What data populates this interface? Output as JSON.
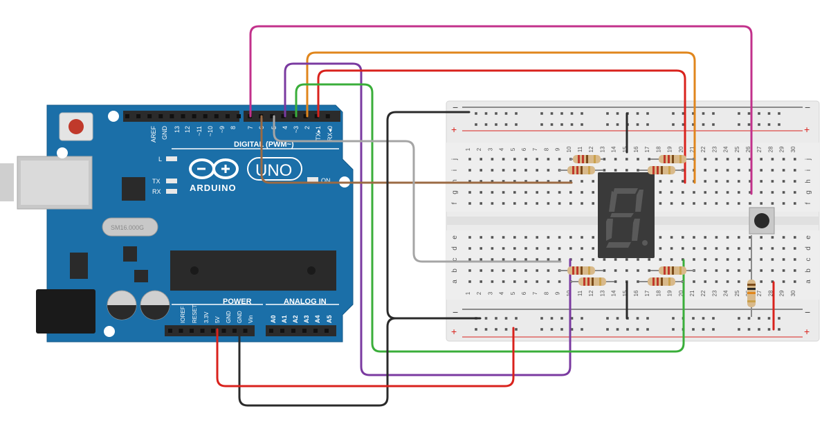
{
  "arduino": {
    "brand": "ARDUINO",
    "model": "UNO",
    "chip_label": "SM16.000G",
    "labels": {
      "digital": "DIGITAL (PWM~)",
      "power": "POWER",
      "analog_in": "ANALOG IN",
      "led_l": "L",
      "led_tx": "TX",
      "led_rx": "RX",
      "led_on": "ON"
    },
    "digital_pins": [
      "AREF",
      "GND",
      "13",
      "12",
      "~11",
      "~10",
      "~9",
      "8",
      "7",
      "~6",
      "~5",
      "4",
      "~3",
      "2",
      "TX▸1",
      "RX◂0"
    ],
    "power_pins": [
      "IOREF",
      "RESET",
      "3.3V",
      "5V",
      "GND",
      "GND",
      "Vin"
    ],
    "analog_pins": [
      "A0",
      "A1",
      "A2",
      "A3",
      "A4",
      "A5"
    ]
  },
  "breadboard": {
    "rail_minus": "−",
    "rail_plus": "+",
    "row_letters_top": [
      "j",
      "i",
      "h",
      "g",
      "f"
    ],
    "row_letters_bottom": [
      "e",
      "d",
      "c",
      "b",
      "a"
    ],
    "columns": [
      "1",
      "2",
      "3",
      "4",
      "5",
      "6",
      "7",
      "8",
      "9",
      "10",
      "11",
      "12",
      "13",
      "14",
      "15",
      "16",
      "17",
      "18",
      "19",
      "20",
      "21",
      "22",
      "23",
      "24",
      "25",
      "26",
      "27",
      "28",
      "29",
      "30"
    ]
  },
  "display": {
    "digit": "8"
  },
  "colors": {
    "board_blue": "#1b6fa8",
    "wire_magenta": "#c2318b",
    "wire_orange": "#e0861c",
    "wire_purple": "#7a3aa0",
    "wire_red": "#d9221c",
    "wire_green": "#3aae3a",
    "wire_brown": "#9b6a43",
    "wire_gray": "#a5a5a5",
    "wire_black": "#2a2a2a",
    "breadboard": "#e9e9e9",
    "display_body": "#3a3a3a",
    "segment_off": "#5a5a5a"
  }
}
